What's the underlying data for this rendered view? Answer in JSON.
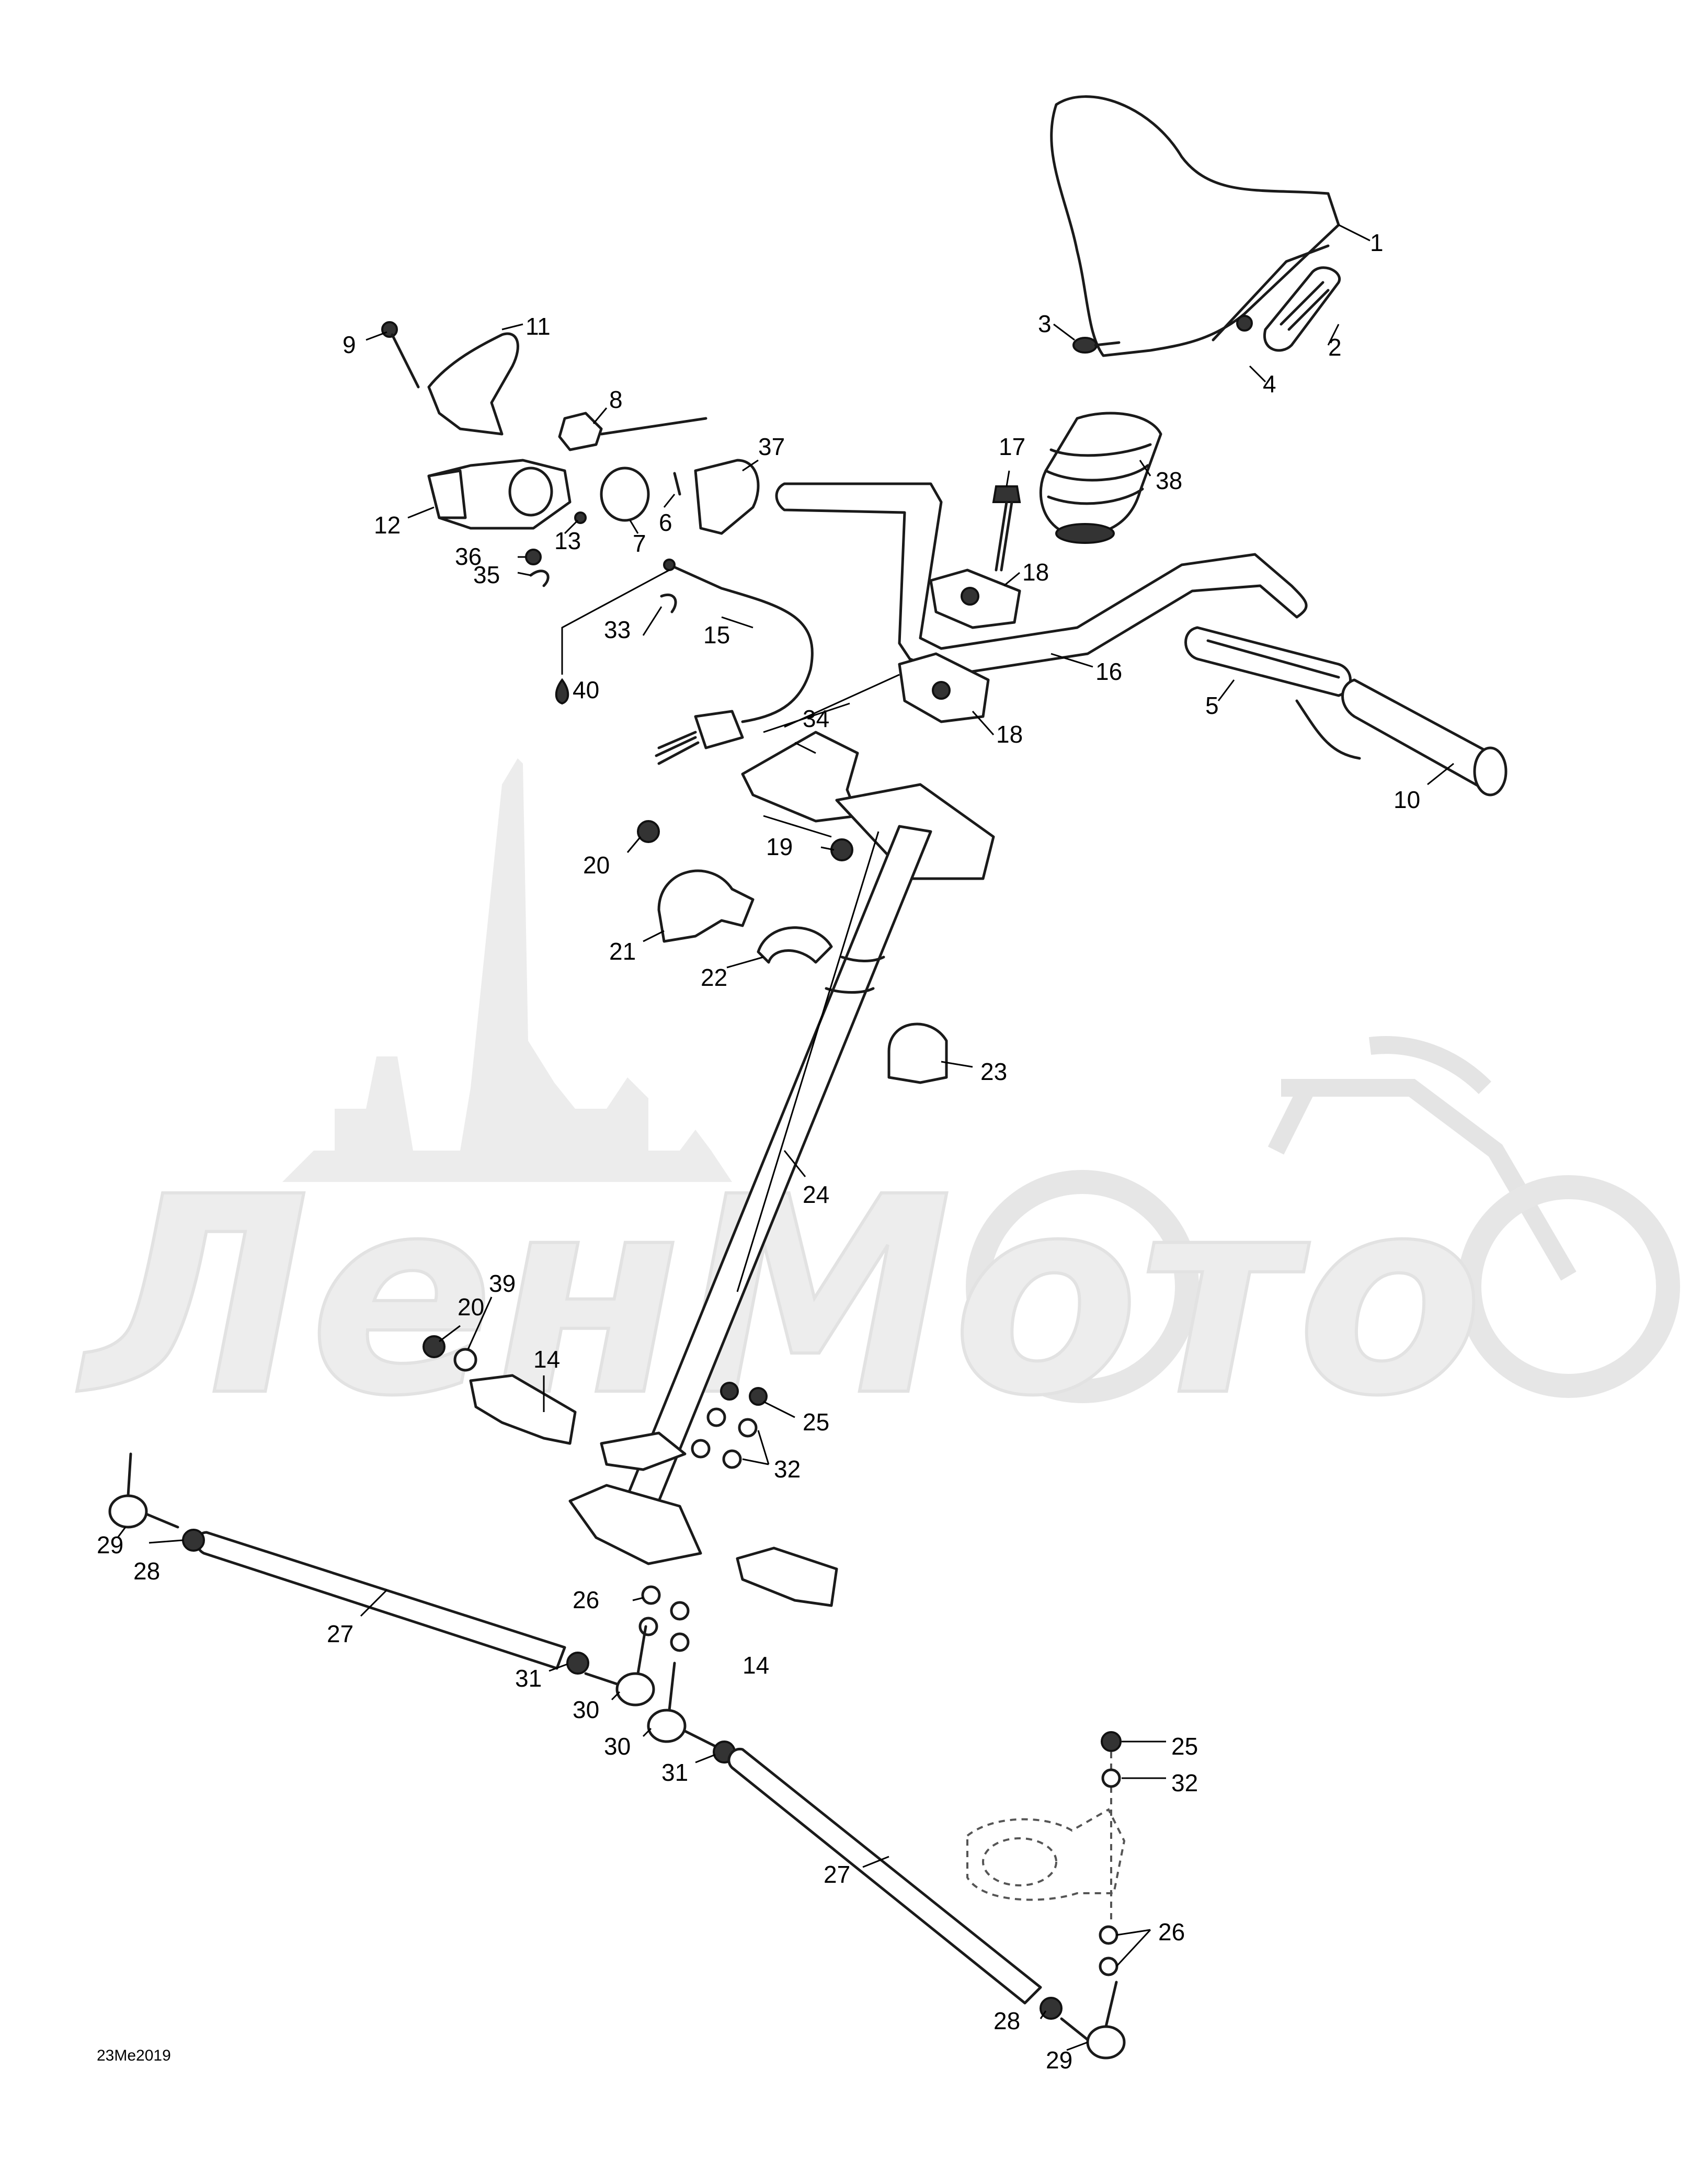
{
  "watermark": {
    "text": "ЛенМото"
  },
  "diagram_code": "23Me2019",
  "callouts": [
    {
      "id": "c1",
      "label": "1"
    },
    {
      "id": "c2",
      "label": "2"
    },
    {
      "id": "c3",
      "label": "3"
    },
    {
      "id": "c4",
      "label": "4"
    },
    {
      "id": "c5",
      "label": "5"
    },
    {
      "id": "c6",
      "label": "6"
    },
    {
      "id": "c7",
      "label": "7"
    },
    {
      "id": "c8",
      "label": "8"
    },
    {
      "id": "c9",
      "label": "9"
    },
    {
      "id": "c10",
      "label": "10"
    },
    {
      "id": "c11",
      "label": "11"
    },
    {
      "id": "c12",
      "label": "12"
    },
    {
      "id": "c13",
      "label": "13"
    },
    {
      "id": "c14a",
      "label": "14"
    },
    {
      "id": "c14b",
      "label": "14"
    },
    {
      "id": "c15",
      "label": "15"
    },
    {
      "id": "c16",
      "label": "16"
    },
    {
      "id": "c17",
      "label": "17"
    },
    {
      "id": "c18a",
      "label": "18"
    },
    {
      "id": "c18b",
      "label": "18"
    },
    {
      "id": "c19",
      "label": "19"
    },
    {
      "id": "c20a",
      "label": "20"
    },
    {
      "id": "c20b",
      "label": "20"
    },
    {
      "id": "c21",
      "label": "21"
    },
    {
      "id": "c22",
      "label": "22"
    },
    {
      "id": "c23",
      "label": "23"
    },
    {
      "id": "c24",
      "label": "24"
    },
    {
      "id": "c25a",
      "label": "25"
    },
    {
      "id": "c25b",
      "label": "25"
    },
    {
      "id": "c26a",
      "label": "26"
    },
    {
      "id": "c26b",
      "label": "26"
    },
    {
      "id": "c27a",
      "label": "27"
    },
    {
      "id": "c27b",
      "label": "27"
    },
    {
      "id": "c28a",
      "label": "28"
    },
    {
      "id": "c28b",
      "label": "28"
    },
    {
      "id": "c29a",
      "label": "29"
    },
    {
      "id": "c29b",
      "label": "29"
    },
    {
      "id": "c30a",
      "label": "30"
    },
    {
      "id": "c30b",
      "label": "30"
    },
    {
      "id": "c31a",
      "label": "31"
    },
    {
      "id": "c31b",
      "label": "31"
    },
    {
      "id": "c32a",
      "label": "32"
    },
    {
      "id": "c32b",
      "label": "32"
    },
    {
      "id": "c33",
      "label": "33"
    },
    {
      "id": "c34",
      "label": "34"
    },
    {
      "id": "c35",
      "label": "35"
    },
    {
      "id": "c36",
      "label": "36"
    },
    {
      "id": "c37",
      "label": "37"
    },
    {
      "id": "c38",
      "label": "38"
    },
    {
      "id": "c39",
      "label": "39"
    },
    {
      "id": "c40",
      "label": "40"
    }
  ]
}
